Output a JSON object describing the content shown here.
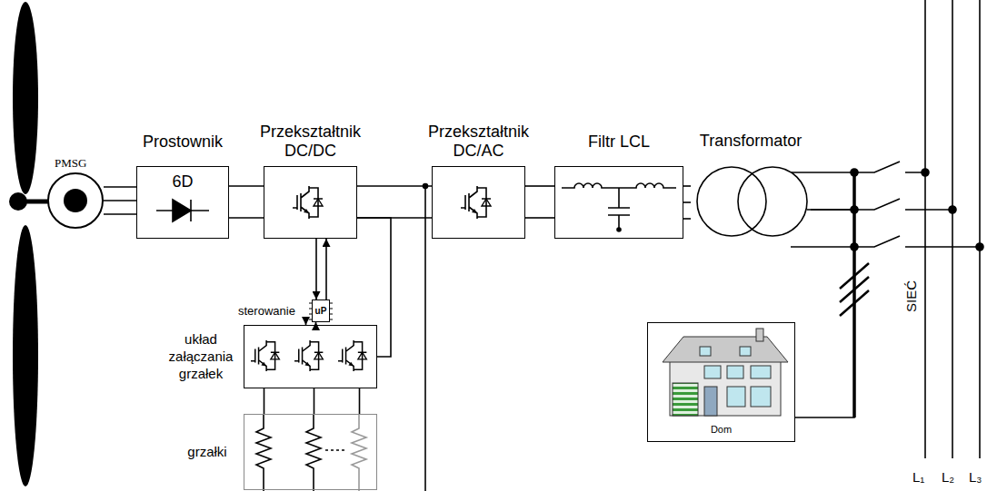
{
  "diagram": {
    "nodes": [
      {
        "text": [
          "PMSG"
        ]
      },
      {
        "text": [
          "Prostownik",
          "6D"
        ]
      },
      {
        "text": [
          "Przekształtnik DC/DC"
        ]
      },
      {
        "text": [
          "Przekształtnik DC/AC"
        ]
      },
      {
        "text": [
          "Filtr LCL"
        ]
      },
      {
        "text": [
          "Transformator"
        ]
      },
      {
        "text": [
          "uP"
        ]
      },
      {
        "text": [
          "układ załączania grzałek"
        ]
      },
      {
        "text": [
          "grzałki"
        ]
      },
      {
        "text": [
          "Dom"
        ]
      }
    ],
    "edges": [
      {
        "from": 0,
        "to": 1,
        "arrow": "none"
      },
      {
        "from": 1,
        "to": 2,
        "arrow": "none"
      },
      {
        "from": 2,
        "to": 3,
        "arrow": "none"
      },
      {
        "from": 3,
        "to": 4,
        "arrow": "none"
      },
      {
        "from": 4,
        "to": 5,
        "arrow": "none"
      },
      {
        "from": 2,
        "to": 6,
        "arrow": "both"
      },
      {
        "from": 6,
        "to": 7,
        "arrow": "both"
      },
      {
        "from": 2,
        "to": 7,
        "arrow": "none"
      },
      {
        "from": 7,
        "to": 8,
        "arrow": "none"
      },
      {
        "from": 5,
        "to": 9,
        "arrow": "none"
      }
    ],
    "labels": [
      "sterowanie",
      "SIEĆ",
      "L₁",
      "L₂",
      "L₃"
    ]
  }
}
